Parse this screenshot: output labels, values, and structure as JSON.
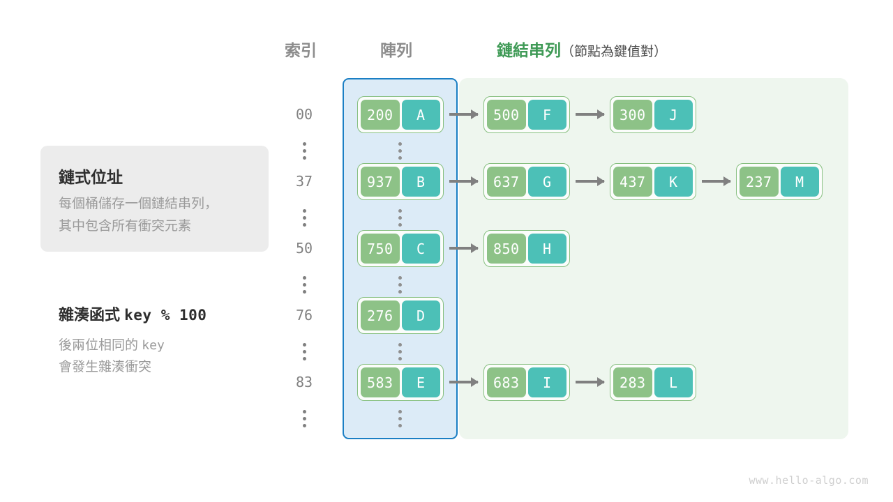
{
  "headers": {
    "index": "索引",
    "array": "陣列",
    "linked_list_main": "鏈結串列",
    "linked_list_sub": "（節點為鍵值對）"
  },
  "info_card": {
    "title": "鏈式位址",
    "line1": "每個桶儲存一個鏈結串列，",
    "line2": "其中包含所有衝突元素"
  },
  "hash_block": {
    "title_label": "雜湊函式",
    "title_expr": "key % 100",
    "desc_line1_a": "後兩位相同的",
    "desc_line1_b": "key",
    "desc_line2": "會發生雜湊衝突"
  },
  "colors": {
    "key_cell": "#8dc287",
    "value_cell": "#4cc0b7",
    "node_border": "#86bf7f",
    "array_panel_bg": "#dcebf7",
    "array_panel_border": "#1b7fc4",
    "bucket_panel_bg": "#eef6ee",
    "arrow": "#808080",
    "accent_green_text": "#3f9a56",
    "muted_text": "#9a9a9a",
    "index_text": "#808080",
    "card_bg": "#ececec"
  },
  "buckets": [
    {
      "index": "00",
      "nodes": [
        {
          "key": "200",
          "value": "A"
        },
        {
          "key": "500",
          "value": "F"
        },
        {
          "key": "300",
          "value": "J"
        }
      ]
    },
    {
      "index": "37",
      "nodes": [
        {
          "key": "937",
          "value": "B"
        },
        {
          "key": "637",
          "value": "G"
        },
        {
          "key": "437",
          "value": "K"
        },
        {
          "key": "237",
          "value": "M"
        }
      ]
    },
    {
      "index": "50",
      "nodes": [
        {
          "key": "750",
          "value": "C"
        },
        {
          "key": "850",
          "value": "H"
        }
      ]
    },
    {
      "index": "76",
      "nodes": [
        {
          "key": "276",
          "value": "D"
        }
      ]
    },
    {
      "index": "83",
      "nodes": [
        {
          "key": "583",
          "value": "E"
        },
        {
          "key": "683",
          "value": "I"
        },
        {
          "key": "283",
          "value": "L"
        }
      ]
    }
  ],
  "ellipsis_glyph": "⋮",
  "watermark": "www.hello-algo.com"
}
